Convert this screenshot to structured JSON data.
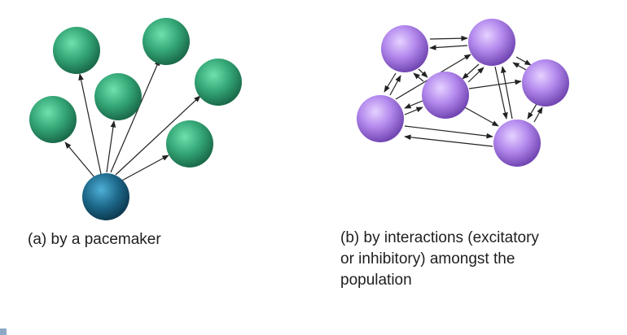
{
  "panel_a": {
    "caption": "(a)  by a pacemaker"
  },
  "panel_b": {
    "caption_lines": [
      "(b) by interactions (excitatory",
      "or inhibitory) amongst the",
      "population"
    ]
  },
  "colors": {
    "follower_neuron": "#3aa57a",
    "pacemaker_neuron": "#1e6a8c",
    "population_neuron": "#a67ae0",
    "arrow": "#222222"
  }
}
